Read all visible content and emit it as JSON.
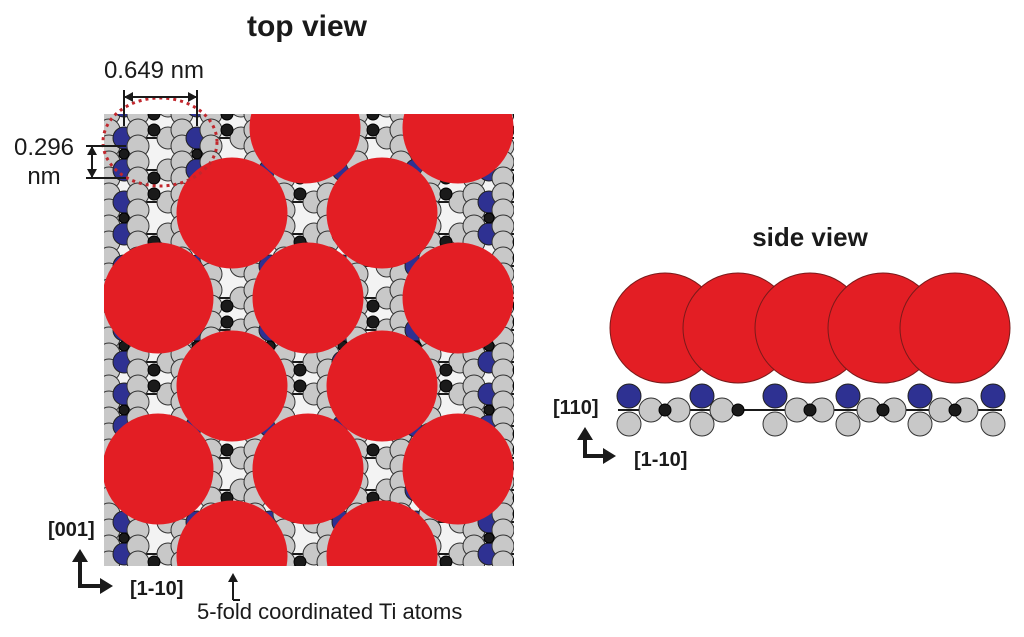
{
  "top_view": {
    "title": "top view",
    "dim_width": "0.649 nm",
    "dim_height_line1": "0.296",
    "dim_height_line2": "nm",
    "axis_vertical": "[001]",
    "axis_horizontal": "[1-10]",
    "annotation": "5-fold coordinated Ti atoms"
  },
  "side_view": {
    "title": "side view",
    "axis_vertical": "[110]",
    "axis_horizontal": "[1-10]"
  },
  "colors": {
    "adsorbate": "#e31e24",
    "bridging_oxygen": "#2e3192",
    "oxygen": "#c8c8c8",
    "titanium": "#1a1a1a",
    "dimension_marker": "#c1272d"
  }
}
